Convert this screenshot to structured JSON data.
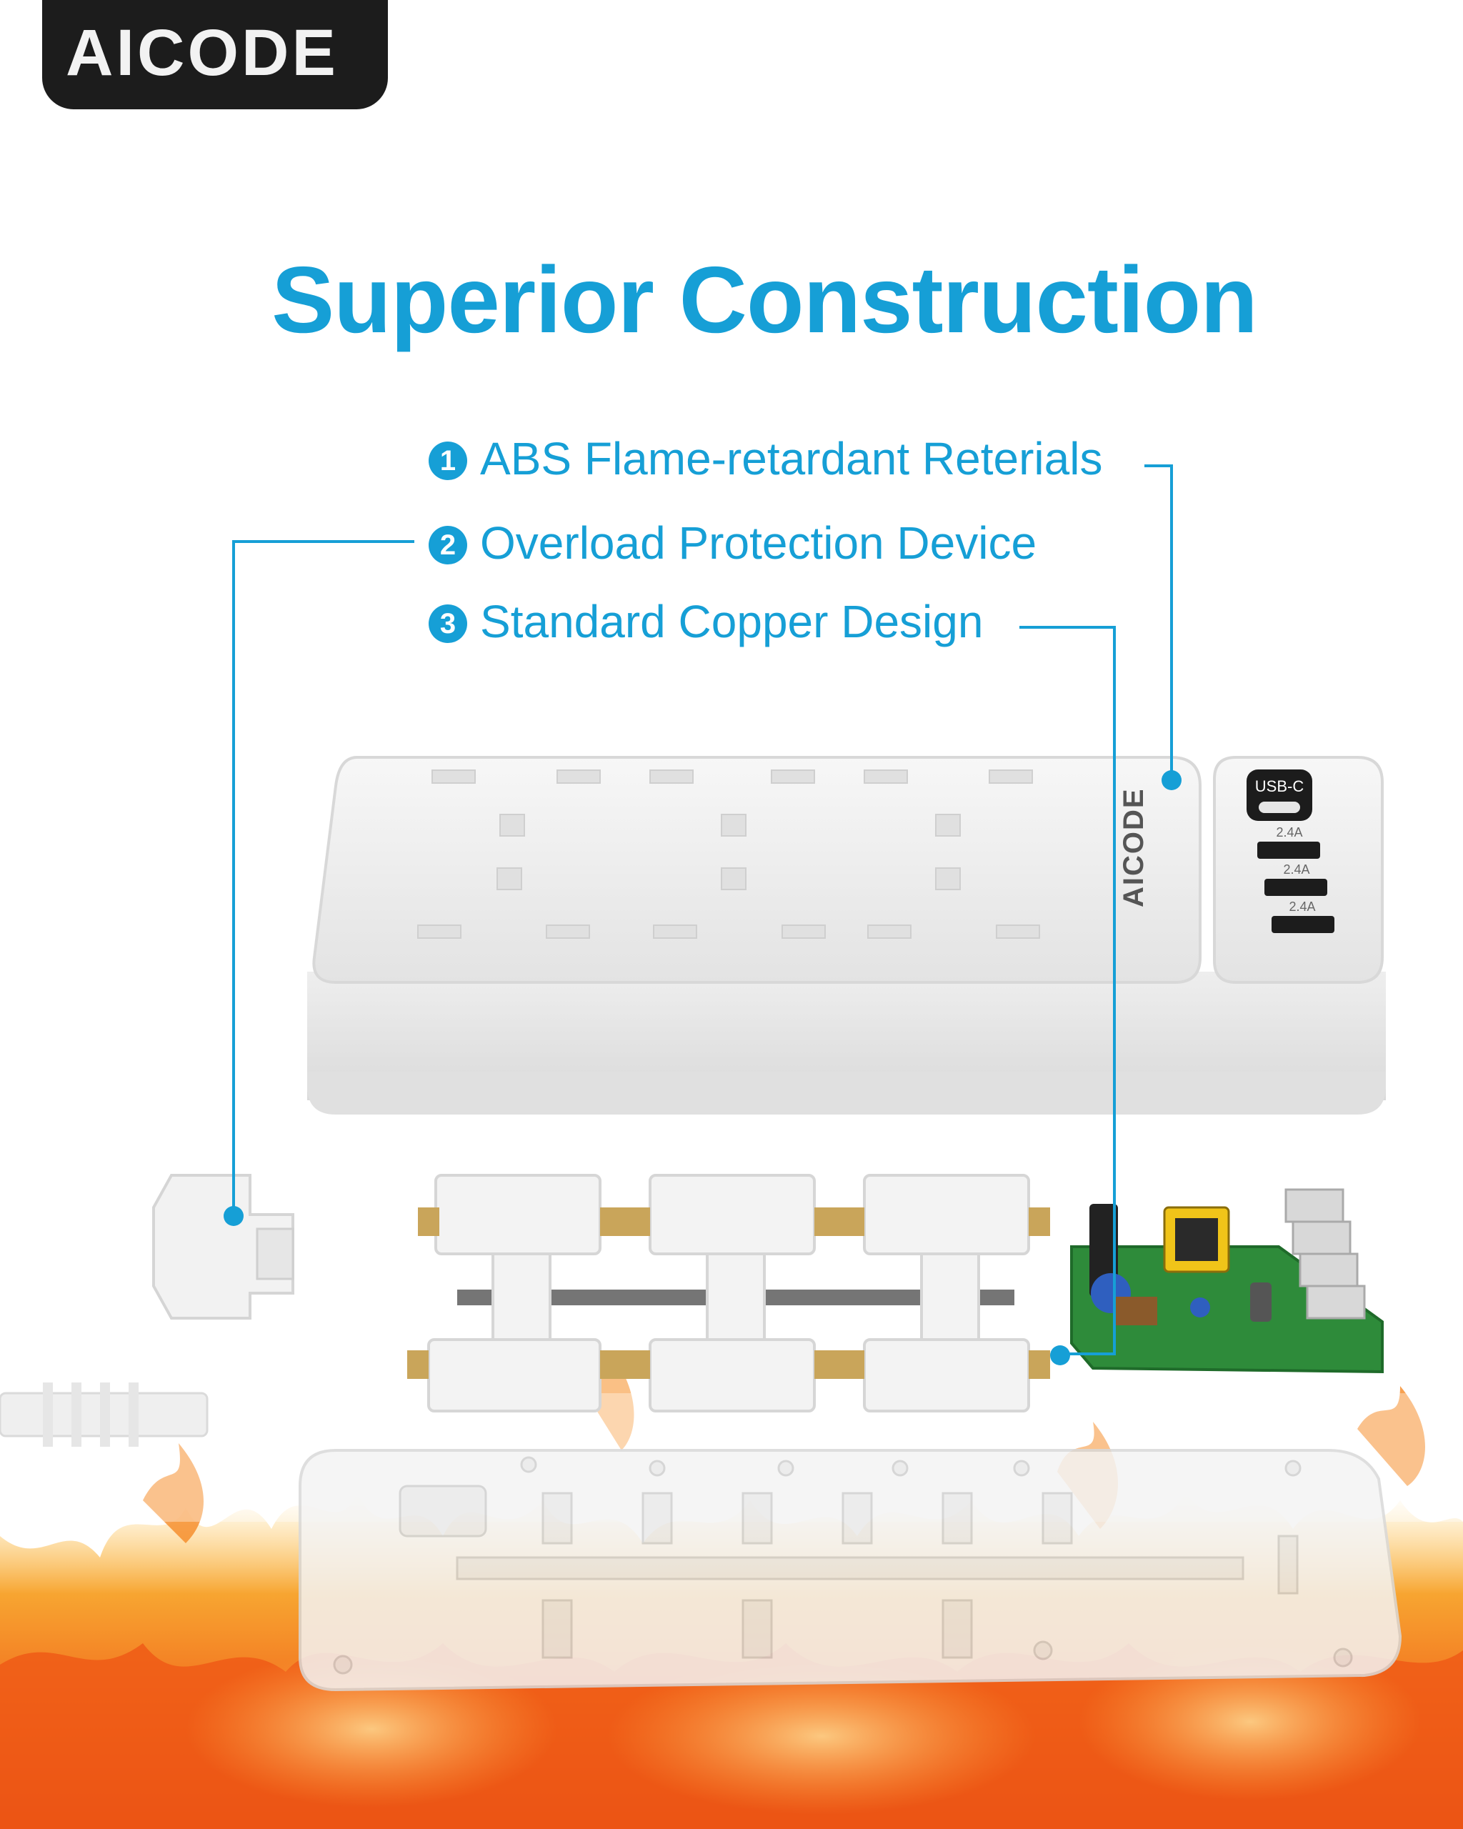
{
  "brand": {
    "logo_text": "AICODE",
    "product_logo_text": "AICODE"
  },
  "headline": "Superior Construction",
  "features": [
    {
      "number": "1",
      "label": "ABS Flame-retardant Reterials"
    },
    {
      "number": "2",
      "label": "Overload Protection Device"
    },
    {
      "number": "3",
      "label": "Standard Copper Design"
    }
  ],
  "usb_panel": {
    "usb_c_label": "USB-C",
    "port_ratings": [
      "2.4A",
      "2.4A",
      "2.4A"
    ]
  },
  "colors": {
    "accent_blue": "#169fd6",
    "badge_dark": "#1c1c1c",
    "pcb_green": "#2e8b3a",
    "flame_orange": "#f26b1d"
  }
}
